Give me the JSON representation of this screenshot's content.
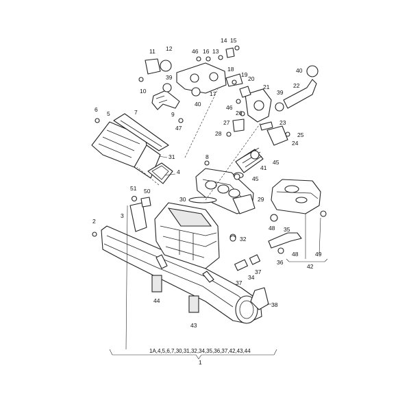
{
  "callouts": [
    {
      "id": "c1",
      "text": "1"
    },
    {
      "id": "c2",
      "text": "2"
    },
    {
      "id": "c3",
      "text": "3"
    },
    {
      "id": "c4",
      "text": "4"
    },
    {
      "id": "c5",
      "text": "5"
    },
    {
      "id": "c6",
      "text": "6"
    },
    {
      "id": "c7",
      "text": "7"
    },
    {
      "id": "c8",
      "text": "8"
    },
    {
      "id": "c9",
      "text": "9"
    },
    {
      "id": "c10",
      "text": "10"
    },
    {
      "id": "c11",
      "text": "11"
    },
    {
      "id": "c12",
      "text": "12"
    },
    {
      "id": "c13",
      "text": "13"
    },
    {
      "id": "c14",
      "text": "14"
    },
    {
      "id": "c15",
      "text": "15"
    },
    {
      "id": "c16",
      "text": "16"
    },
    {
      "id": "c17",
      "text": "17"
    },
    {
      "id": "c18",
      "text": "18"
    },
    {
      "id": "c19",
      "text": "19"
    },
    {
      "id": "c20",
      "text": "20"
    },
    {
      "id": "c21",
      "text": "21"
    },
    {
      "id": "c22",
      "text": "22"
    },
    {
      "id": "c23",
      "text": "23"
    },
    {
      "id": "c24",
      "text": "24"
    },
    {
      "id": "c25",
      "text": "25"
    },
    {
      "id": "c26",
      "text": "26"
    },
    {
      "id": "c27",
      "text": "27"
    },
    {
      "id": "c28",
      "text": "28"
    },
    {
      "id": "c29",
      "text": "29"
    },
    {
      "id": "c30",
      "text": "30"
    },
    {
      "id": "c31",
      "text": "31"
    },
    {
      "id": "c32",
      "text": "32"
    },
    {
      "id": "c34",
      "text": "34"
    },
    {
      "id": "c35",
      "text": "35"
    },
    {
      "id": "c36",
      "text": "36"
    },
    {
      "id": "c37a",
      "text": "37"
    },
    {
      "id": "c37b",
      "text": "37"
    },
    {
      "id": "c38",
      "text": "38"
    },
    {
      "id": "c39a",
      "text": "39"
    },
    {
      "id": "c39b",
      "text": "39"
    },
    {
      "id": "c40a",
      "text": "40"
    },
    {
      "id": "c40b",
      "text": "40"
    },
    {
      "id": "c41",
      "text": "41"
    },
    {
      "id": "c42",
      "text": "42"
    },
    {
      "id": "c43",
      "text": "43"
    },
    {
      "id": "c44",
      "text": "44"
    },
    {
      "id": "c45a",
      "text": "45"
    },
    {
      "id": "c45b",
      "text": "45"
    },
    {
      "id": "c46a",
      "text": "46"
    },
    {
      "id": "c46b",
      "text": "46"
    },
    {
      "id": "c47",
      "text": "47"
    },
    {
      "id": "c48a",
      "text": "48"
    },
    {
      "id": "c48b",
      "text": "48"
    },
    {
      "id": "c49",
      "text": "49"
    },
    {
      "id": "c50",
      "text": "50"
    },
    {
      "id": "c51",
      "text": "51"
    }
  ],
  "footnote": "1A,4,5,6,7,30,31,32,34,35,36,37,42,43,44"
}
